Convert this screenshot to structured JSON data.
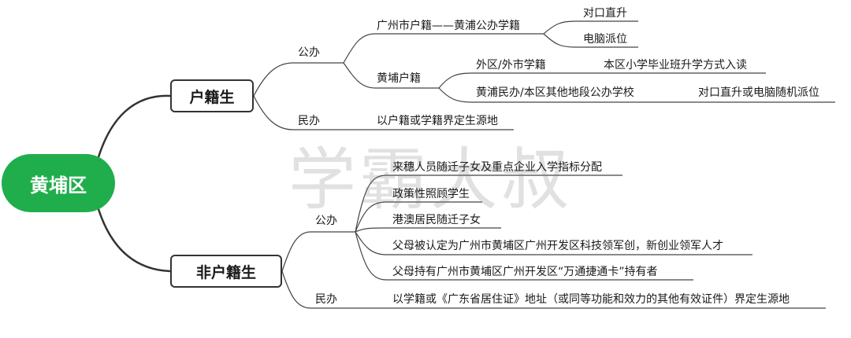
{
  "root": "黄埔区",
  "watermark": "学霸大叔",
  "branches": {
    "huji": {
      "label": "户籍生",
      "gongban": {
        "label": "公办",
        "guangzhou": {
          "label": "广州市户籍——黄浦公办学籍",
          "items": [
            "对口直升",
            "电脑派位"
          ]
        },
        "huangpu": {
          "label": "黄埔户籍",
          "waiqu": {
            "label": "外区/外市学籍",
            "detail": "本区小学毕业班升学方式入读"
          },
          "minban": {
            "label": "黄浦民办/本区其他地段公办学校",
            "detail": "对口直升或电脑随机派位"
          }
        }
      },
      "minban": {
        "label": "民办",
        "detail": "以户籍或学籍界定生源地"
      }
    },
    "fei_huji": {
      "label": "非户籍生",
      "gongban": {
        "label": "公办",
        "items": [
          "来穗人员随迁子女及重点企业入学指标分配",
          "政策性照顾学生",
          "港澳居民随迁子女",
          "父母被认定为广州市黄埔区广州开发区科技领军创，新创业领军人才",
          "父母持有广州市黄埔区广州开发区“万通捷通卡”持有者"
        ]
      },
      "minban": {
        "label": "民办",
        "detail": "以学籍或《广东省居住证》地址（或同等功能和效力的其他有效证件）界定生源地"
      }
    }
  }
}
